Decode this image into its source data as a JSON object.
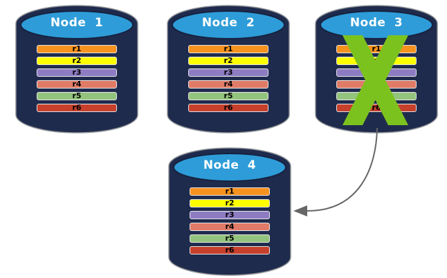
{
  "diagram": {
    "description": "Database replication diagram: four nodes with replicas r1-r6; Node 3 failed (green X) and its data is recovered to Node 4 via arrow"
  },
  "nodes": [
    {
      "id": "node-1",
      "label": "Node 1",
      "failed": false,
      "bars": [
        {
          "label": "r1",
          "color": "#F6921E"
        },
        {
          "label": "r2",
          "color": "#FFFF00"
        },
        {
          "label": "r3",
          "color": "#8E7CC3"
        },
        {
          "label": "r4",
          "color": "#E07B67"
        },
        {
          "label": "r5",
          "color": "#93C47D"
        },
        {
          "label": "r6",
          "color": "#C6402C"
        }
      ]
    },
    {
      "id": "node-2",
      "label": "Node 2",
      "failed": false,
      "bars": [
        {
          "label": "r1",
          "color": "#F6921E"
        },
        {
          "label": "r2",
          "color": "#FFFF00"
        },
        {
          "label": "r3",
          "color": "#8E7CC3"
        },
        {
          "label": "r4",
          "color": "#E07B67"
        },
        {
          "label": "r5",
          "color": "#93C47D"
        },
        {
          "label": "r6",
          "color": "#C6402C"
        }
      ]
    },
    {
      "id": "node-3",
      "label": "Node 3",
      "failed": true,
      "bars": [
        {
          "label": "r1",
          "color": "#F6921E"
        },
        {
          "label": "r2",
          "color": "#FFFF00"
        },
        {
          "label": "r3",
          "color": "#8E7CC3"
        },
        {
          "label": "r4",
          "color": "#E07B67"
        },
        {
          "label": "r5",
          "color": "#93C47D"
        },
        {
          "label": "r6",
          "color": "#C6402C"
        }
      ]
    },
    {
      "id": "node-4",
      "label": "Node 4",
      "failed": false,
      "bars": [
        {
          "label": "r1",
          "color": "#F6921E"
        },
        {
          "label": "r2",
          "color": "#FFFF00"
        },
        {
          "label": "r3",
          "color": "#8E7CC3"
        },
        {
          "label": "r4",
          "color": "#E07B67"
        },
        {
          "label": "r5",
          "color": "#93C47D"
        },
        {
          "label": "r6",
          "color": "#C6402C"
        }
      ]
    }
  ],
  "arrow": {
    "from": "node-3",
    "to": "node-4"
  },
  "colors": {
    "background": "#FFFFFF",
    "cylinder_body": "#1F2B4D",
    "cylinder_top": "#2E9CD8",
    "cylinder_outline": "#8F9296",
    "ellipse_rim": "#16223F",
    "bar_border": "#E6E6E6",
    "bar_text": "#000000",
    "node_label_text": "#FFFFFF",
    "failure_x": "#7CC21E",
    "arrow": "#666666"
  }
}
